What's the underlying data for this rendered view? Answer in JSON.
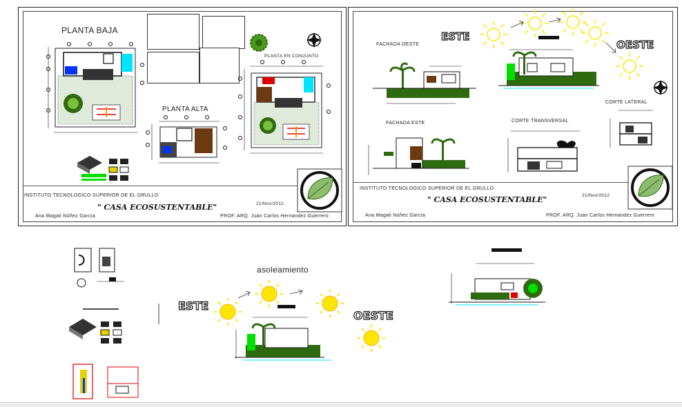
{
  "sheet1": {
    "planta_baja": "PLANTA BAJA",
    "planta_conjunto": "PLANTA EN CONJUNTO",
    "planta_alta": "PLANTA ALTA",
    "institute": "INSTITUTO TECNOLOGICO SUPERIOR DE EL GRULLO",
    "project": "\" CASA ECOSUSTENTABLE\"",
    "date": "21/Nov/2012",
    "student": "Ana Magali Núñez García",
    "professor": "PROF. ARQ. Juan Carlos  Hernandez Guerrero"
  },
  "sheet2": {
    "este": "ESTE",
    "oeste": "OESTE",
    "fachada_oeste": "FACHADA OESTE",
    "fachada_este": "FACHADA ESTE",
    "corte_transversal": "CORTE TRANSVERSAL",
    "corte_lateral": "CORTE LATERAL",
    "institute": "INSTITUTO TECNOLOGICO SUPERIOR DE EL GRULLO",
    "project": "\" CASA ECOSUSTENTABLE\"",
    "date": "21/Nov/2012",
    "student": "Ana Magali Núñez García",
    "professor": "PROF. ARQ. Juan Carlos  Hernandez Guerrero"
  },
  "loose": {
    "asoleamiento": "asoleamiento",
    "este": "ESTE",
    "oeste": "OESTE"
  },
  "colors": {
    "sun": "#ffe600",
    "grass": "#2e6b10",
    "green_bright": "#00e000",
    "brown": "#6b3a10",
    "cyan": "#00e5ff",
    "blue": "#0033ff",
    "red": "#e00000"
  },
  "icons": [
    "north-arrow-icon",
    "sun-icon",
    "tree-icon",
    "palm-tree-icon",
    "leaf-logo-icon"
  ]
}
